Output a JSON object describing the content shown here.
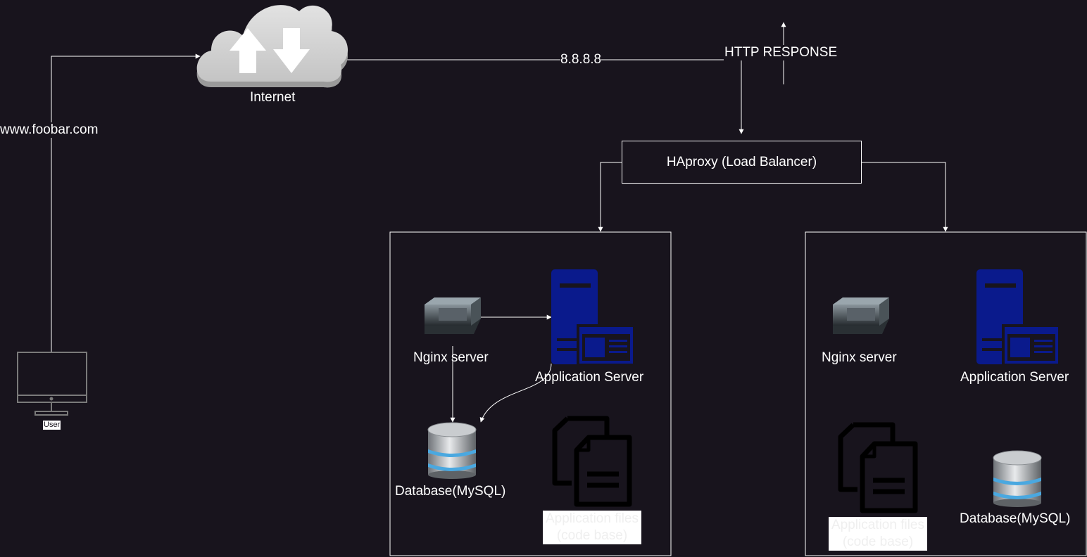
{
  "internet": {
    "label": "Internet"
  },
  "user": {
    "label": "User"
  },
  "connections": {
    "domain": "www.foobar.com",
    "ip": "8.8.8.8",
    "response": "HTTP RESPONSE"
  },
  "load_balancer": {
    "label": "HAproxy (Load Balancer)"
  },
  "server1": {
    "nginx": "Nginx server",
    "app": "Application Server",
    "db": "Database(MySQL)",
    "files": [
      "Application files",
      "(code base)"
    ]
  },
  "server2": {
    "nginx": "Nginx server",
    "app": "Application Server",
    "db": "Database(MySQL)",
    "files": [
      "Application files",
      "(code base)"
    ]
  },
  "colors": {
    "background": "#18141d",
    "line": "#ffffff",
    "app_server": "#0a1a8c",
    "cloud": "#d3d3d3",
    "db_band": "#4aa8e0"
  }
}
